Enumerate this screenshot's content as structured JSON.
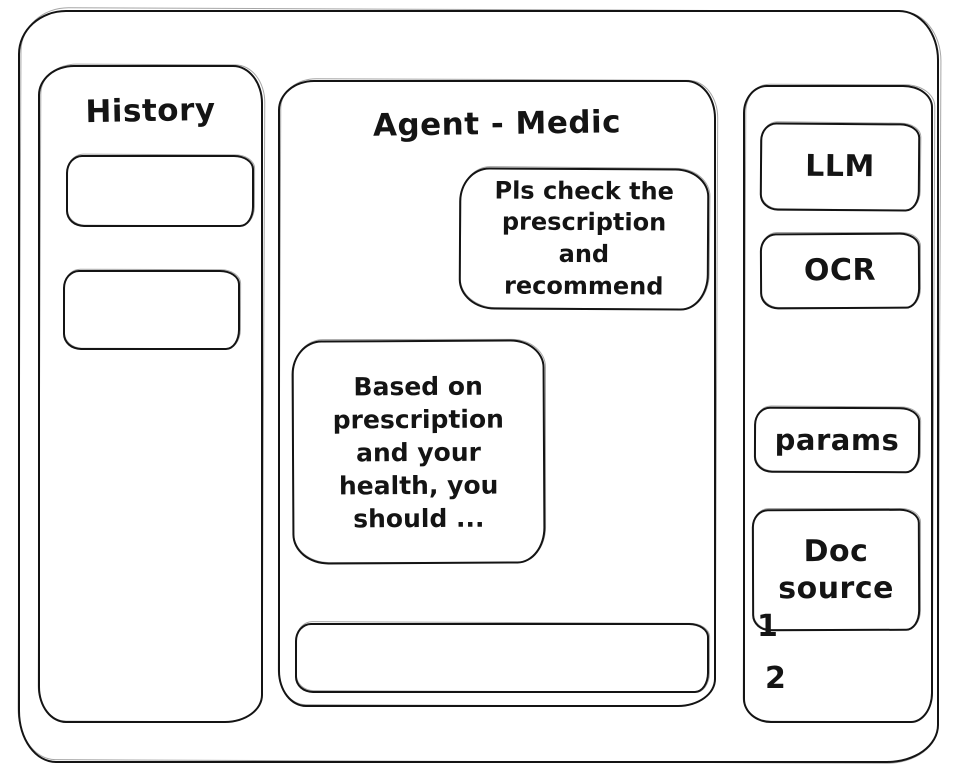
{
  "sidebar": {
    "title": "History",
    "items": [
      {
        "label": ""
      },
      {
        "label": ""
      }
    ]
  },
  "chat": {
    "title": "Agent - Medic",
    "messages": [
      {
        "role": "user",
        "text": "Pls check the prescription and recommend"
      },
      {
        "role": "assistant",
        "text": "Based on prescription and your health, you should ..."
      }
    ],
    "input_value": ""
  },
  "tools": {
    "items": [
      {
        "label": "LLM"
      },
      {
        "label": "OCR"
      },
      {
        "label": "params"
      },
      {
        "label": "Doc source"
      }
    ],
    "annotations": [
      "1",
      "2"
    ]
  },
  "colors": {
    "stroke": "#141414",
    "background": "#ffffff"
  }
}
